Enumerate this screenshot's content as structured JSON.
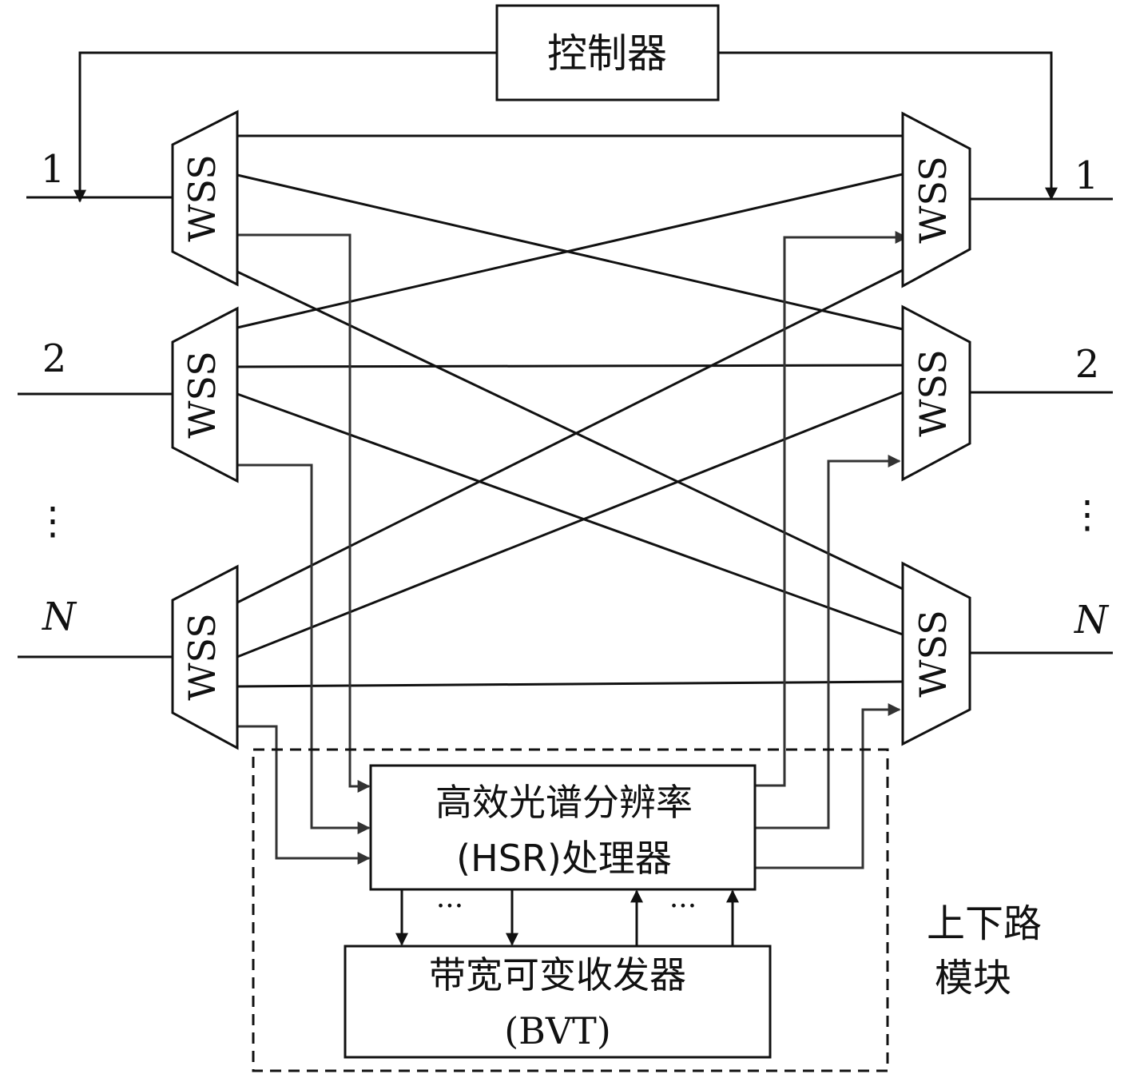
{
  "controller": {
    "label": "控制器"
  },
  "wss": {
    "label": "WSS"
  },
  "ports": {
    "left": [
      "1",
      "2",
      "N"
    ],
    "right": [
      "1",
      "2",
      "N"
    ],
    "ellipsis": "⋮"
  },
  "hsr": {
    "line1": "高效光谱分辨率",
    "line2": "(HSR)处理器"
  },
  "bvt": {
    "line1": "带宽可变收发器",
    "line2": "(BVT)"
  },
  "add_drop": {
    "line1": "上下路",
    "line2": "模块"
  },
  "dots": "···",
  "colors": {
    "line": "#111111",
    "arrow_gray": "#444444"
  }
}
